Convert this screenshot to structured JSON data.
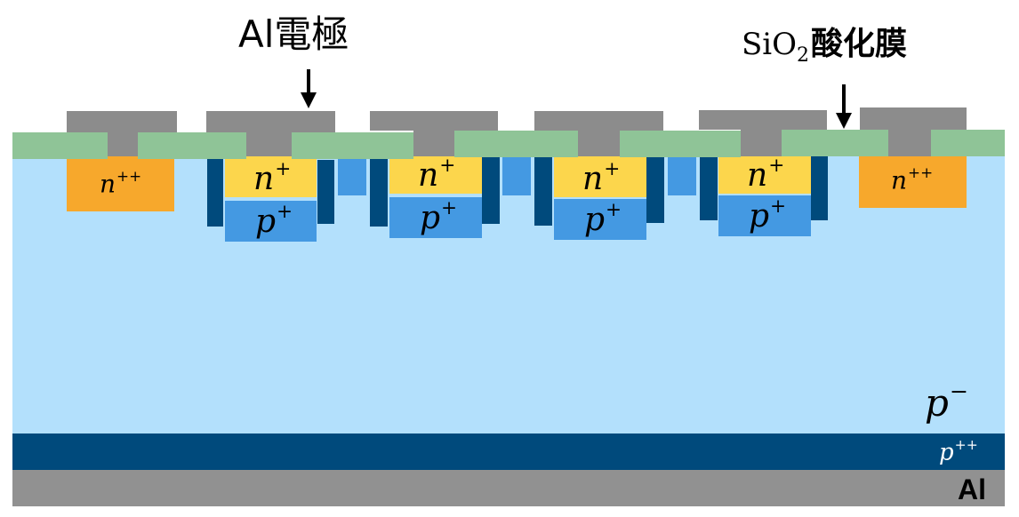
{
  "colors": {
    "substrate": "#b3e0fc",
    "electrode": "#8c8c8c",
    "oxide": "#8fc497",
    "n_plus_plus": "#f7a82c",
    "n_plus": "#fcd64c",
    "p_plus": "#4499e2",
    "trench": "#004a7c",
    "p_plus_plus": "#004a7c",
    "backside_al": "#919191"
  },
  "labels": {
    "al_electrode": "Al電極",
    "sio2_prefix": "SiO",
    "sio2_sub": "2",
    "sio2_suffix": "酸化膜",
    "n_plus_plus_base": "n",
    "n_plus_plus_sup": "++",
    "n_plus_base": "n",
    "n_plus_sup": "+",
    "p_plus_base": "p",
    "p_plus_sup": "+",
    "p_minus_base": "p",
    "p_minus_sup": "−",
    "p_plus_plus_base": "p",
    "p_plus_plus_sup": "++",
    "backside_al": "Al"
  }
}
